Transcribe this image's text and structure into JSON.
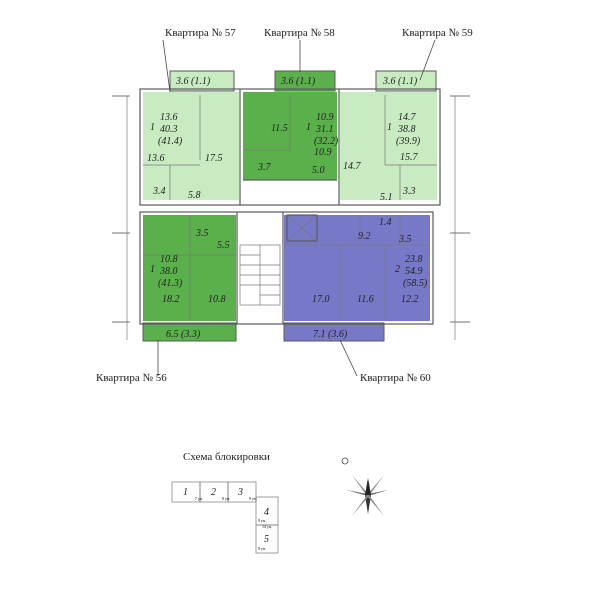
{
  "colors": {
    "apt57": "#c9ebc1",
    "apt58": "#5ab04a",
    "apt59": "#c9ebc1",
    "apt56": "#5ab04a",
    "apt60": "#7878c8",
    "wall": "#5a5a5a"
  },
  "apartments": {
    "a57": {
      "label": "Квартира № 57",
      "balcony": "3.6 (1.1)",
      "rooms_count": "1",
      "living": "13.6",
      "total": "40.3",
      "total_with_balcony": "(41.4)",
      "room_areas": [
        "13.6",
        "17.5",
        "3.4",
        "5.8"
      ]
    },
    "a58": {
      "label": "Квартира № 58",
      "balcony": "3.6 (1.1)",
      "rooms_count": "1",
      "living": "10.9",
      "total": "31.1",
      "total_with_balcony": "(32.2)",
      "room_areas": [
        "11.5",
        "10.9",
        "3.7",
        "5.0"
      ]
    },
    "a59": {
      "label": "Квартира № 59",
      "balcony": "3.6 (1.1)",
      "rooms_count": "1",
      "living": "14.7",
      "total": "38.8",
      "total_with_balcony": "(39.9)",
      "room_areas": [
        "14.7",
        "15.7",
        "5.1",
        "3.3"
      ]
    },
    "a56": {
      "label": "Квартира № 56",
      "balcony": "6.5 (3.3)",
      "rooms_count": "1",
      "living": "10.8",
      "total": "38.0",
      "total_with_balcony": "(41.3)",
      "room_areas": [
        "3.5",
        "5.5",
        "18.2",
        "10.8"
      ]
    },
    "a60": {
      "label": "Квартира № 60",
      "balcony": "7.1 (3.6)",
      "rooms_count": "2",
      "living": "23.8",
      "total": "54.9",
      "total_with_balcony": "(58.5)",
      "room_areas": [
        "1.4",
        "9.2",
        "3.5",
        "17.0",
        "11.6",
        "12.2"
      ]
    }
  },
  "scheme": {
    "title": "Схема блокировки",
    "sections": [
      "1",
      "2",
      "3",
      "4",
      "5"
    ],
    "axis_marks": [
      "7 уп.",
      "8 уп.",
      "9 уп.",
      "9 уп.",
      "9 уп.",
      "14 уп."
    ]
  }
}
